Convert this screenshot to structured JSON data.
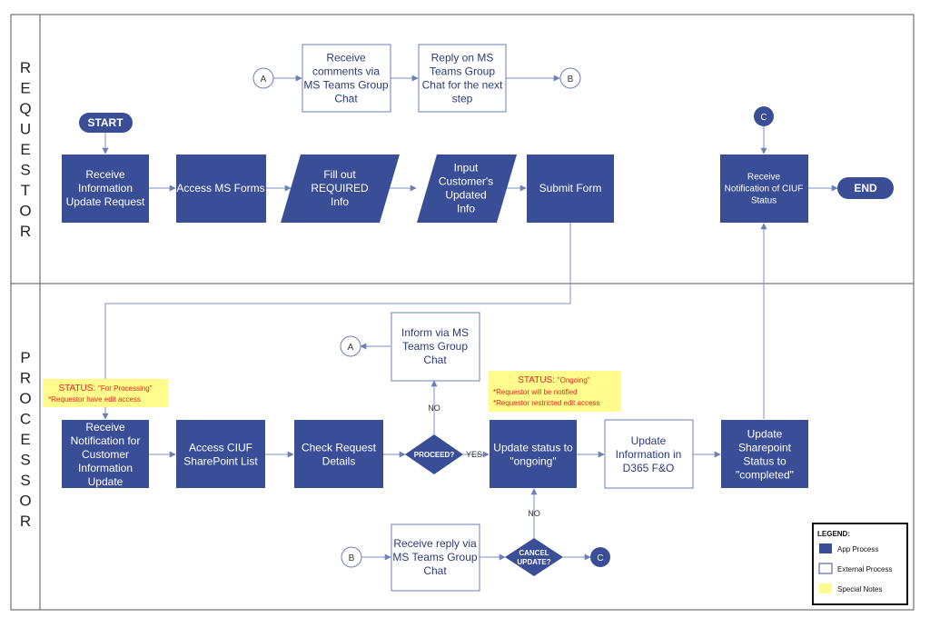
{
  "colors": {
    "app_fill": "#3a4e98",
    "app_stroke": "#2b3b78",
    "external_stroke": "#6d7fb5",
    "line": "#7b8fc4",
    "note_fill": "#fffb8c",
    "note_text": "#e8241b",
    "dark_text": "#2a3a78"
  },
  "lanes": {
    "requestor": "REQUESTOR",
    "processor": "PROCESSOR"
  },
  "terminals": {
    "start": "START",
    "end": "END"
  },
  "connectors": {
    "a": "A",
    "b": "B",
    "c": "C"
  },
  "requestor_steps": {
    "receive_info": [
      "Receive",
      "Information",
      "Update Request"
    ],
    "access_forms": [
      "Access MS Forms"
    ],
    "fill_out": [
      "Fill out",
      "REQUIRED",
      "Info"
    ],
    "input_customer": [
      "Input",
      "Customer's",
      "Updated",
      "Info"
    ],
    "submit_form": [
      "Submit Form"
    ],
    "receive_comments": [
      "Receive",
      "comments via",
      "MS Teams Group",
      "Chat"
    ],
    "reply_teams": [
      "Reply on MS",
      "Teams Group",
      "Chat for the next",
      "step"
    ],
    "receive_ciuf": [
      "Receive",
      "Notification of CIUF",
      "Status"
    ]
  },
  "processor_steps": {
    "receive_notification": [
      "Receive",
      "Notification for",
      "Customer",
      "Information",
      "Update"
    ],
    "access_ciuf": [
      "Access CIUF",
      "SharePoint List"
    ],
    "check_request": [
      "Check Request",
      "Details"
    ],
    "proceed": "PROCEED?",
    "update_ongoing": [
      "Update status to",
      "\"ongoing\""
    ],
    "update_d365": [
      "Update",
      "Information in",
      "D365 F&O"
    ],
    "update_sharepoint": [
      "Update",
      "Sharepoint",
      "Status to",
      "\"completed\""
    ],
    "inform_teams": [
      "Inform via MS",
      "Teams Group",
      "Chat"
    ],
    "receive_reply": [
      "Receive reply via",
      "MS Teams Group",
      "Chat"
    ],
    "cancel": [
      "CANCEL",
      "UPDATE?"
    ]
  },
  "flow_labels": {
    "yes": "YES",
    "no_proceed": "NO",
    "no_cancel": "NO"
  },
  "notes": {
    "for_processing": {
      "label": "STATUS:",
      "value": "\"For Processing\"",
      "detail": "*Requestor have edit access"
    },
    "ongoing": {
      "label": "STATUS:",
      "value": "\"Ongoing\"",
      "detail1": "*Requestor will be notified",
      "detail2": "*Requestor restricted edit access"
    }
  },
  "legend": {
    "title": "LEGEND:",
    "app": "App Process",
    "external": "External Process",
    "notes": "Special Notes"
  }
}
